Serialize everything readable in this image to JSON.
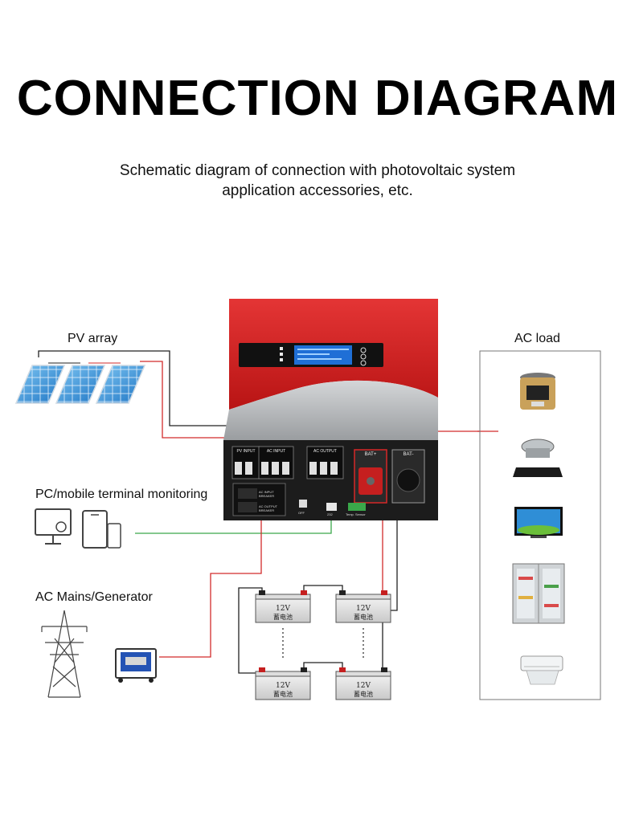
{
  "title": "CONNECTION DIAGRAM",
  "subtitle_line1": "Schematic diagram of connection with photovoltaic system",
  "subtitle_line2": "application accessories, etc.",
  "labels": {
    "pv_array": "PV array",
    "ac_load": "AC load",
    "pc_monitoring": "PC/mobile terminal monitoring",
    "ac_mains": "AC Mains/Generator"
  },
  "inverter": {
    "pv_input": "PV INPUT",
    "ac_input": "AC INPUT",
    "ac_output": "AC OUTPUT",
    "bat_plus": "BAT+",
    "bat_minus": "BAT-",
    "ac_input_breaker": "AC INPUT BREAKER",
    "ac_output_breaker": "AC OUTPUT BREAKER",
    "off": "OFF",
    "rs232": "232",
    "temp_sensor": "Temp. Sensor"
  },
  "battery": {
    "voltage": "12V",
    "name": "蓄电池"
  },
  "colors": {
    "red_wire": "#d22b2b",
    "green_wire": "#3aa84a",
    "black_wire": "#222222",
    "inverter_red": "#d61f1f",
    "inverter_silver": "#b9bcbf",
    "inverter_body": "#1c1c1c"
  }
}
